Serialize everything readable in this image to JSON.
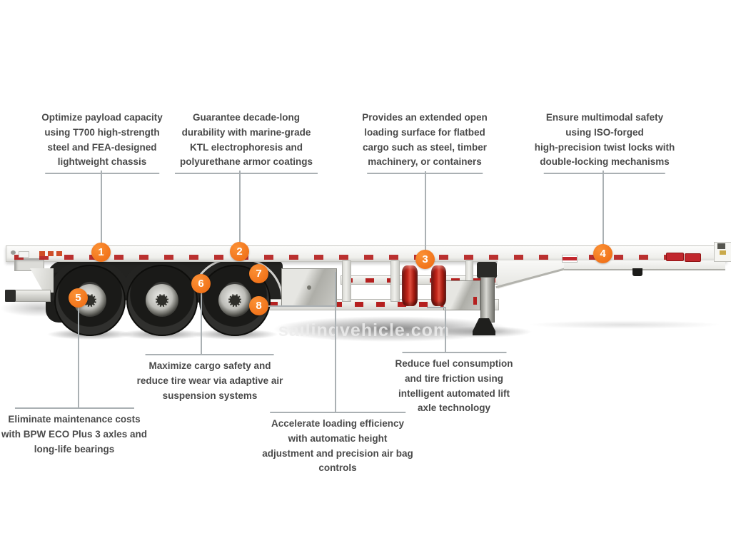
{
  "watermark": "sailingvehicle.com",
  "markers": [
    "1",
    "2",
    "3",
    "4",
    "5",
    "6",
    "7",
    "8"
  ],
  "callouts": [
    {
      "lines": [
        "Optimize payload capacity",
        "using T700 high-strength",
        "steel and FEA-designed",
        "lightweight chassis"
      ]
    },
    {
      "lines": [
        "Guarantee decade-long",
        "durability with marine-grade",
        "KTL electrophoresis and",
        "polyurethane armor coatings"
      ]
    },
    {
      "lines": [
        "Provides an extended open",
        "loading surface for flatbed",
        "cargo such as steel, timber",
        "machinery, or containers"
      ]
    },
    {
      "lines": [
        "Ensure multimodal safety",
        "using ISO-forged",
        "high-precision twist locks with",
        "double-locking mechanisms"
      ]
    },
    {
      "lines": [
        "Eliminate maintenance costs",
        "with BPW ECO Plus 3 axles and",
        "long-life bearings"
      ]
    },
    {
      "lines": [
        "Maximize cargo safety and",
        "reduce tire wear via adaptive air",
        "suspension systems"
      ]
    },
    {
      "lines": [
        "Accelerate loading efficiency",
        "with automatic height",
        "adjustment and precision air bag",
        "controls"
      ]
    },
    {
      "lines": [
        "Reduce fuel consumption",
        "and tire friction using",
        "intelligent automated lift",
        "axle technology"
      ]
    }
  ],
  "colors": {
    "marker_orange": "#f1731a",
    "leader_gray": "#aab0b3",
    "text_gray": "#4a4a4a",
    "reflector_red": "#b5201f",
    "trailer_white": "#f5f5f2",
    "tire_black": "#1a1a18"
  }
}
